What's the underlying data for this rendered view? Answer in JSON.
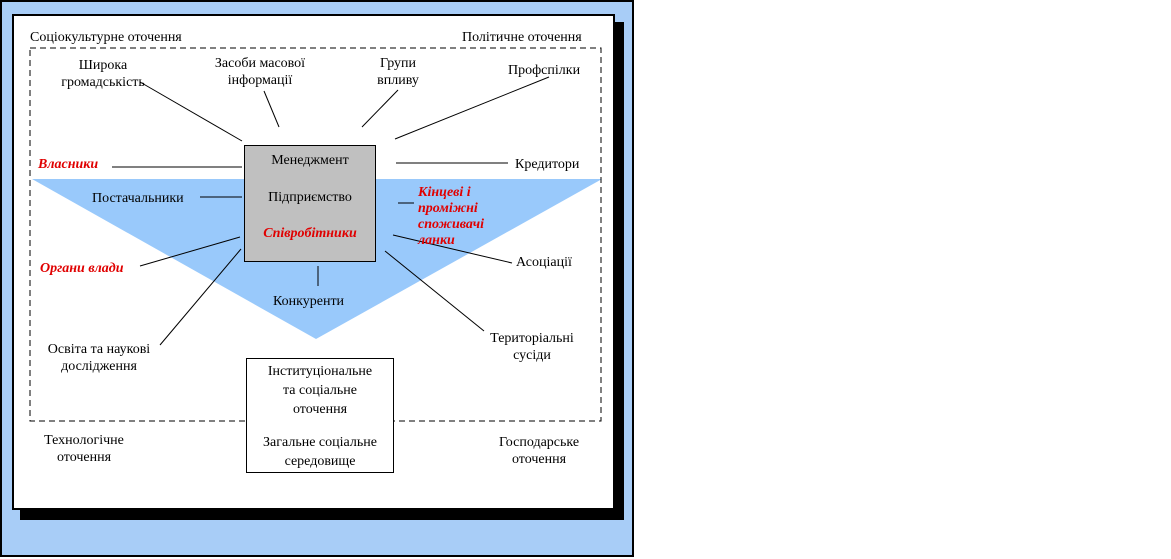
{
  "corners": {
    "top_left": "Соціокультурне оточення",
    "top_right": "Політичне оточення",
    "bottom_left": "Технологічне\nоточення",
    "bottom_right": "Господарське\nоточення"
  },
  "stakeholders": {
    "public": "Широка\nгромадськість",
    "media": "Засоби масової\nінформації",
    "influence_groups": "Групи\nвпливу",
    "unions": "Профспілки",
    "owners": "Власники",
    "creditors": "Кредитори",
    "suppliers": "Постачальники",
    "consumers": "Кінцеві і\nпроміжні\nспоживачі\nланки",
    "authorities": "Органи влади",
    "associations": "Асоціації",
    "competitors": "Конкуренти",
    "education": "Освіта та наукові\nдослідження",
    "neighbors": "Територіальні\nсусіди"
  },
  "center_box": {
    "management": "Менеджмент",
    "enterprise": "Підприємство",
    "employees": "Співробітники"
  },
  "bottom_box": {
    "institutional": "Інституціональне\nта соціальне\nоточення",
    "general": "Загальне соціальне\nсередовище"
  },
  "colors": {
    "background": "#a8cdf7",
    "triangle": "#99c9fb",
    "center_box": "#c0c0c0",
    "highlight_text": "#e00000"
  }
}
